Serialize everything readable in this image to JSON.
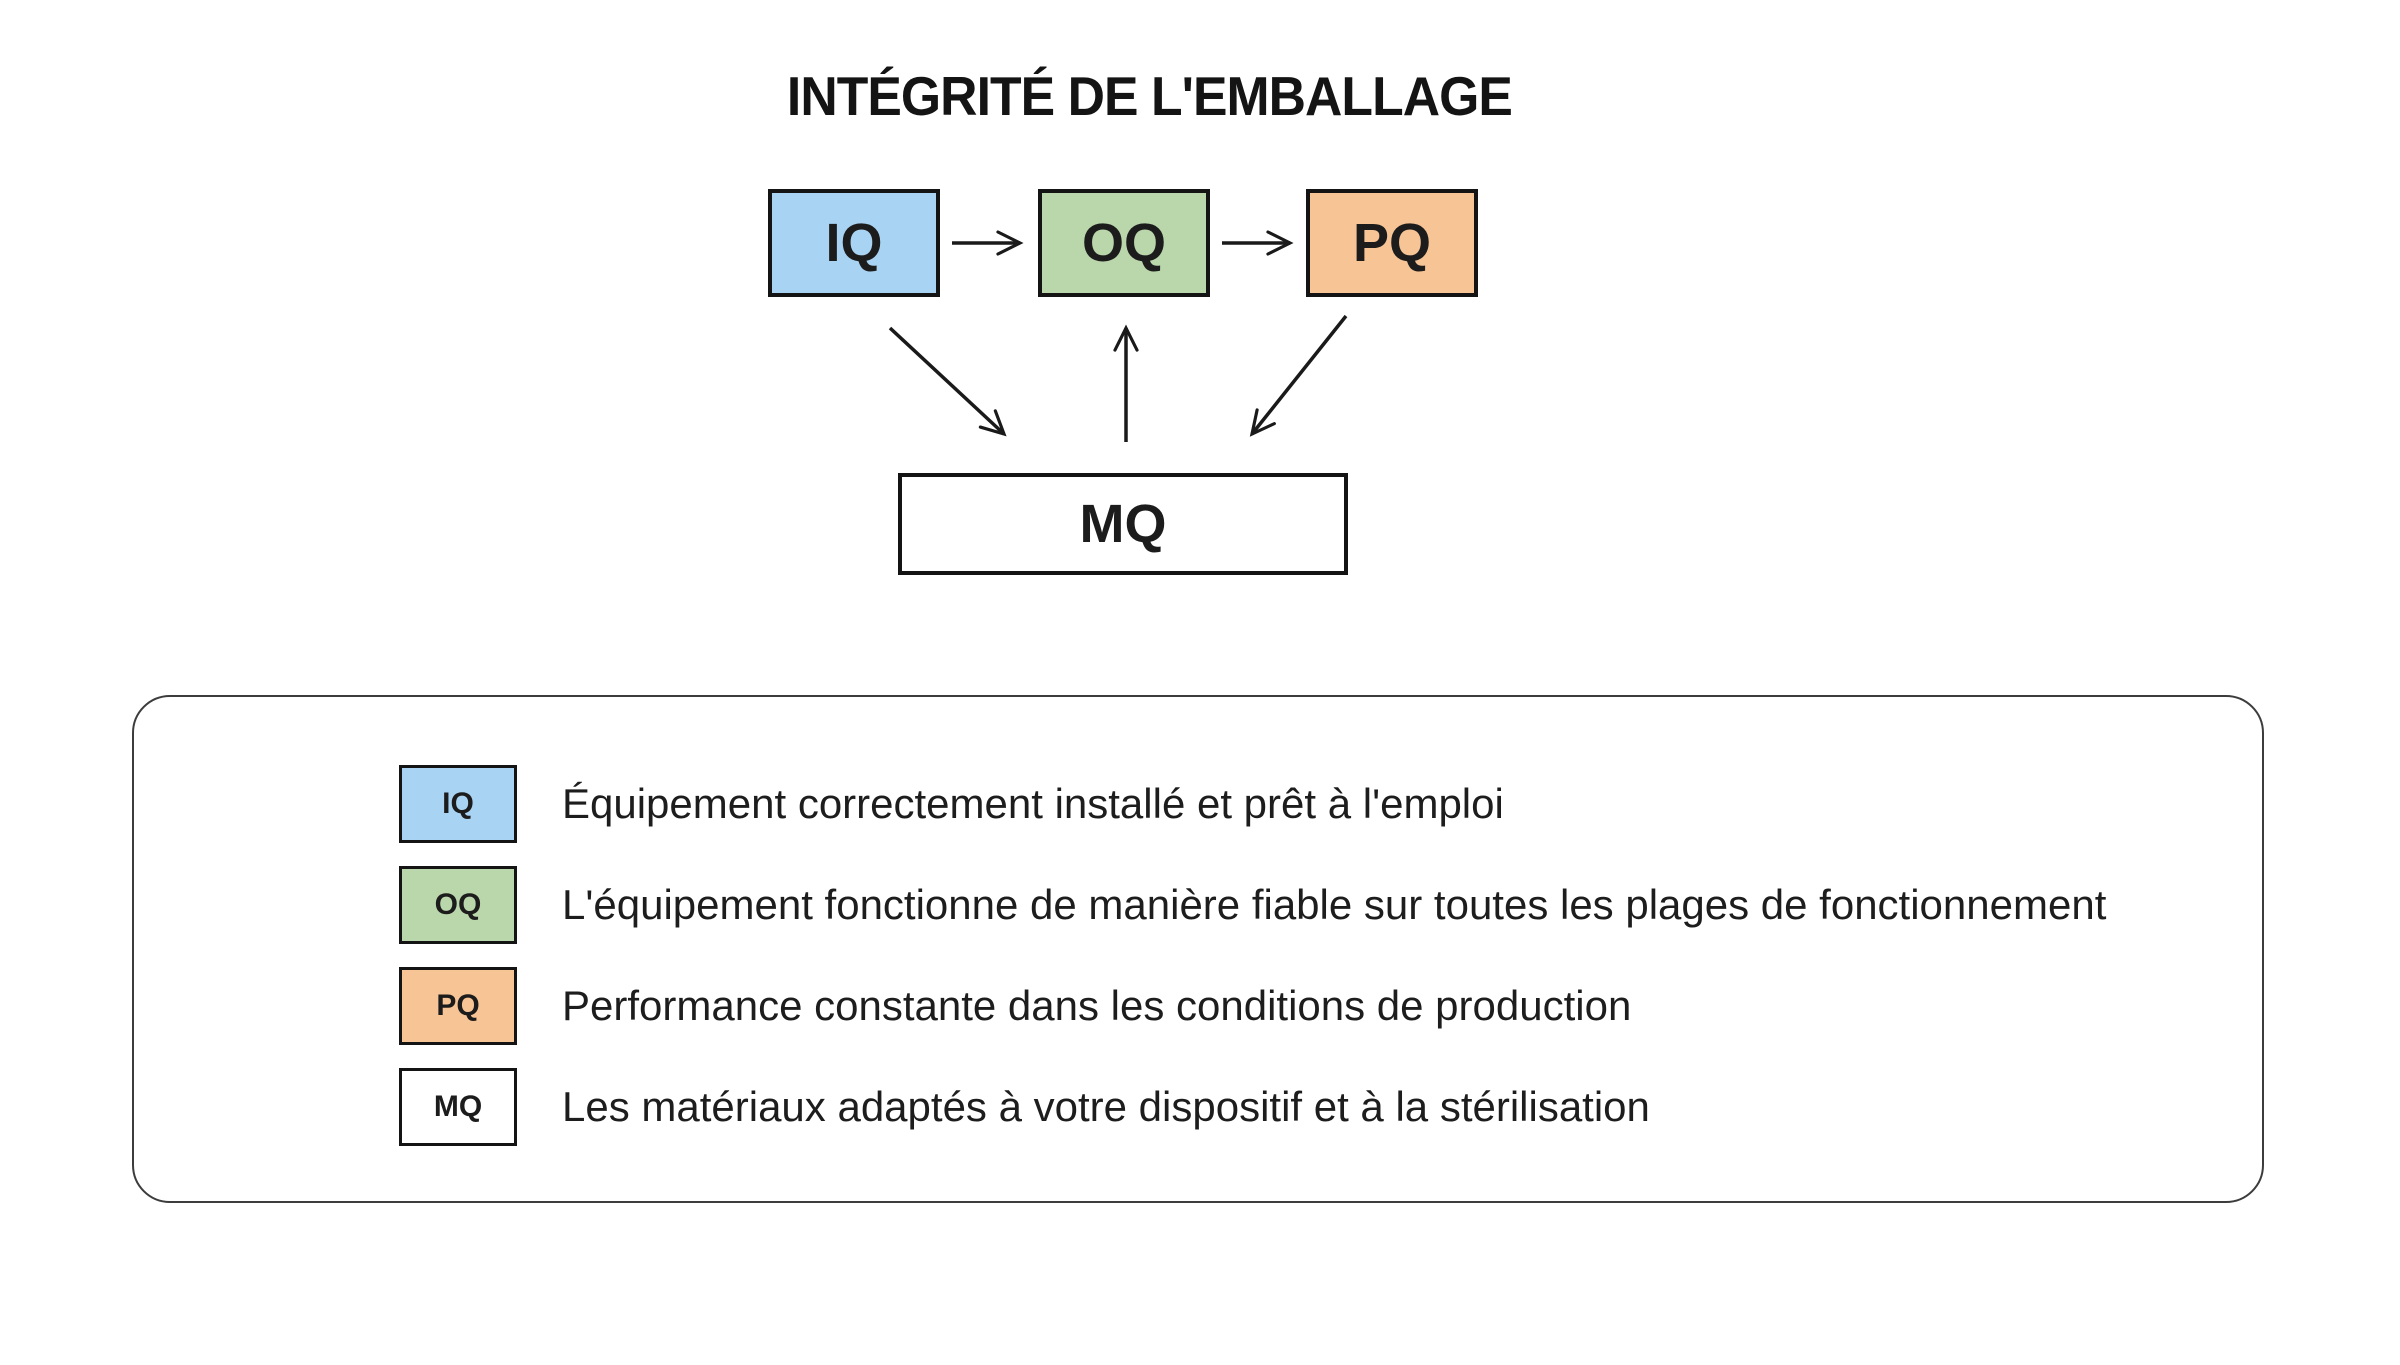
{
  "page": {
    "title": "INTÉGRITÉ DE L'EMBALLAGE"
  },
  "colors": {
    "iq": "#a9d3f3",
    "oq": "#bad6ab",
    "pq": "#f7c495",
    "mq": "#ffffff",
    "stroke": "#1a1a1a",
    "panel_border": "#3c3c3c"
  },
  "diagram": {
    "nodes": {
      "iq": {
        "label": "IQ"
      },
      "oq": {
        "label": "OQ"
      },
      "pq": {
        "label": "PQ"
      },
      "mq": {
        "label": "MQ"
      }
    },
    "edges": [
      {
        "from": "IQ",
        "to": "OQ"
      },
      {
        "from": "OQ",
        "to": "PQ"
      },
      {
        "from": "IQ",
        "to": "MQ"
      },
      {
        "from": "MQ",
        "to": "OQ"
      },
      {
        "from": "PQ",
        "to": "MQ"
      }
    ]
  },
  "legend": {
    "rows": [
      {
        "badge": "IQ",
        "text": "Équipement correctement installé et prêt à l'emploi"
      },
      {
        "badge": "OQ",
        "text": "L'équipement fonctionne de manière fiable sur toutes les plages de fonctionnement"
      },
      {
        "badge": "PQ",
        "text": "Performance constante dans les conditions de production"
      },
      {
        "badge": "MQ",
        "text": "Les matériaux adaptés à votre dispositif et à la stérilisation"
      }
    ]
  }
}
